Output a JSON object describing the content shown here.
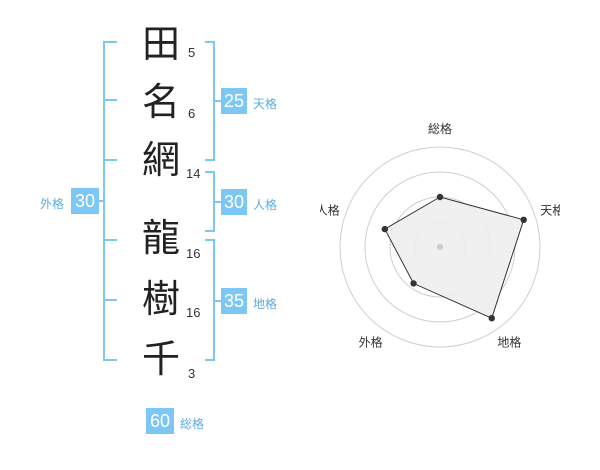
{
  "name": {
    "characters": [
      {
        "char": "田",
        "strokes": "5"
      },
      {
        "char": "名",
        "strokes": "6"
      },
      {
        "char": "網",
        "strokes": "14"
      },
      {
        "char": "龍",
        "strokes": "16"
      },
      {
        "char": "樹",
        "strokes": "16"
      },
      {
        "char": "千",
        "strokes": "3"
      }
    ]
  },
  "fortunes": {
    "tenkaku": {
      "value": "25",
      "label": "天格"
    },
    "jinkaku": {
      "value": "30",
      "label": "人格"
    },
    "chikaku": {
      "value": "35",
      "label": "地格"
    },
    "gaikaku": {
      "value": "30",
      "label": "外格"
    },
    "soukaku": {
      "value": "60",
      "label": "総格"
    }
  },
  "colors": {
    "accent": "#7cc7f3",
    "bracket": "#7cc7f3",
    "label": "#5aace0"
  },
  "chart_data": {
    "type": "radar",
    "axes": [
      "総格",
      "天格",
      "地格",
      "外格",
      "人格"
    ],
    "values": [
      0.5,
      0.88,
      0.88,
      0.45,
      0.58
    ],
    "range": [
      0,
      1
    ],
    "rings": 4
  }
}
